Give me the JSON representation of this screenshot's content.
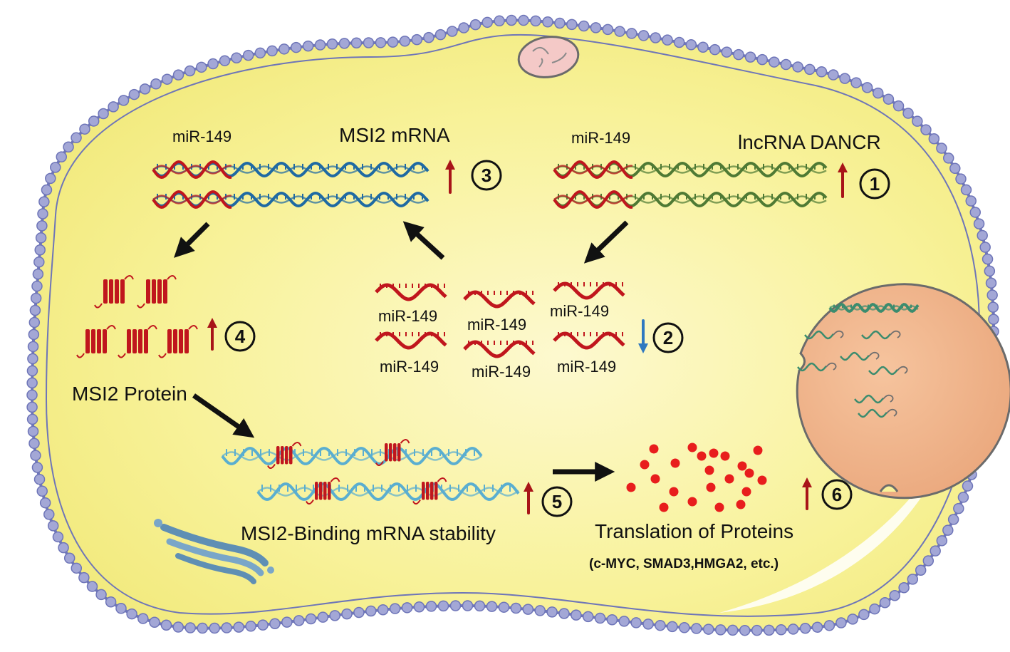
{
  "labels": {
    "mir_top_left": "miR-149",
    "msi2_mrna": "MSI2 mRNA",
    "mir_top_right": "miR-149",
    "lncrna": "lncRNA DANCR",
    "msi2_protein": "MSI2 Protein",
    "stability": "MSI2-Binding mRNA stability",
    "translation": "Translation of Proteins",
    "translation_sub": "(c-MYC, SMAD3,HMGA2, etc.)"
  },
  "mirna_cluster": [
    "miR-149",
    "miR-149",
    "miR-149",
    "miR-149",
    "miR-149",
    "miR-149"
  ],
  "steps": [
    {
      "number": "1",
      "direction": "up"
    },
    {
      "number": "2",
      "direction": "down"
    },
    {
      "number": "3",
      "direction": "up"
    },
    {
      "number": "4",
      "direction": "up"
    },
    {
      "number": "5",
      "direction": "up"
    },
    {
      "number": "6",
      "direction": "up"
    }
  ],
  "colors": {
    "cytoplasm": "#f8f29a",
    "membrane_bead": "#a3a7d6",
    "membrane_line": "#6e75b8",
    "mirna": "#c0161d",
    "lncrna": "#4f7a34",
    "mrna": "#1f6aa3",
    "protein": "#c0161d",
    "nucleus": "#f2b48a",
    "up_arrow": "#a81418",
    "down_arrow": "#2f78c0",
    "flow_arrow": "#111111"
  }
}
